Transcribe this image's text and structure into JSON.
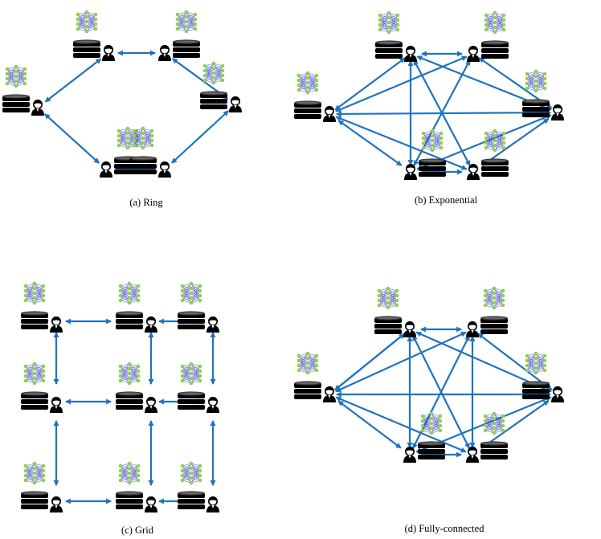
{
  "captions": {
    "ring": "(a) Ring",
    "exponential": "(b) Exponential",
    "grid": "(c) Grid",
    "full": "(d) Fully-connected"
  },
  "colors": {
    "edge": "#1f73be",
    "node_green": "#8fd14f",
    "net_line": "#4a4fd4",
    "db": "#000000",
    "person": "#000000"
  },
  "icons": [
    "neural-network-icon",
    "database-icon",
    "user-icon",
    "double-arrow-icon"
  ]
}
